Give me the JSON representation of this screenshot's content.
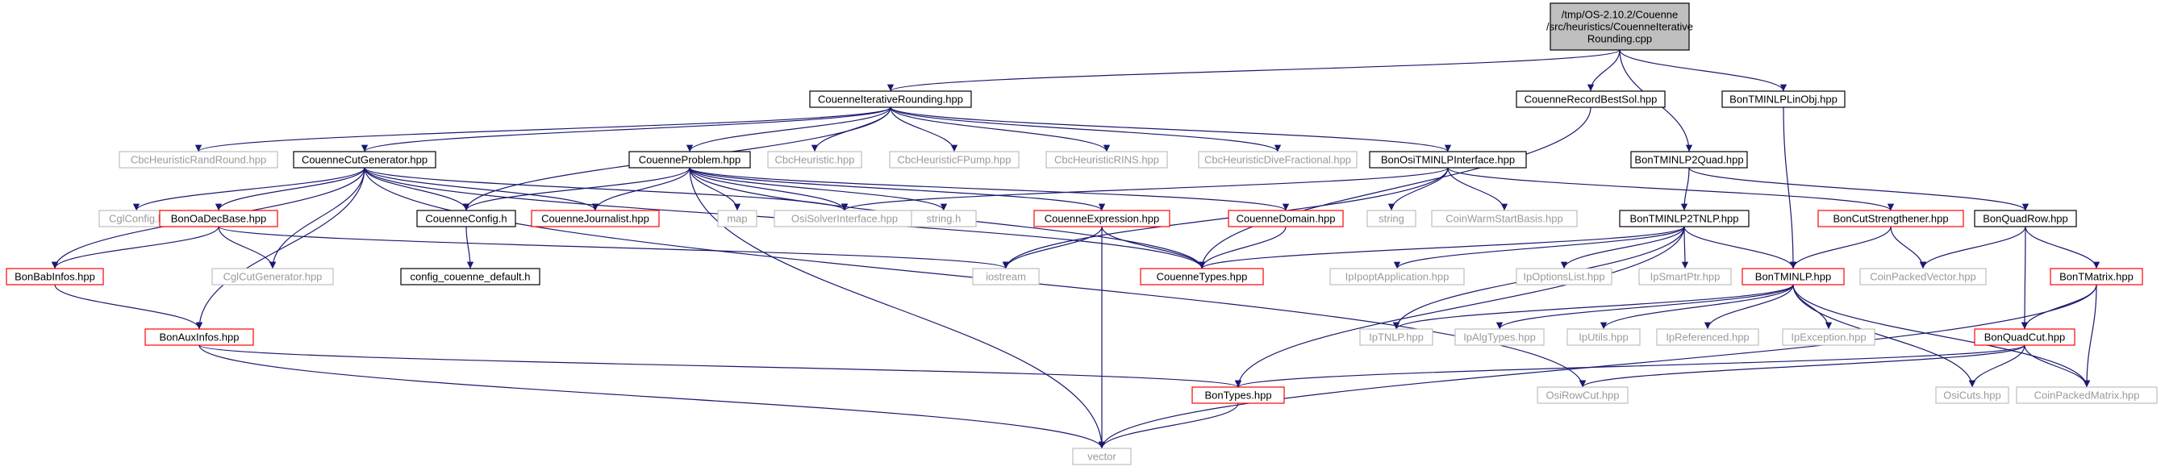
{
  "colors": {
    "edge": "#191970",
    "text": "#000000",
    "muted_text": "#9a9a9a",
    "root_fill": "#bfbfbf",
    "border_black": "#000000",
    "border_red": "#ff0000",
    "border_gray": "#bfbfbf"
  },
  "nodes": [
    {
      "id": "root",
      "label": "/tmp/OS-2.10.2/Couenne\n/src/heuristics/CouenneIterative\nRounding.cpp",
      "style": "root"
    },
    {
      "id": "CouenneIterativeRounding",
      "label": "CouenneIterativeRounding.hpp",
      "style": "black"
    },
    {
      "id": "CouenneRecordBestSol",
      "label": "CouenneRecordBestSol.hpp",
      "style": "black"
    },
    {
      "id": "BonTMINLPLinObj",
      "label": "BonTMINLPLinObj.hpp",
      "style": "black"
    },
    {
      "id": "CbcHeuristicRandRound",
      "label": "CbcHeuristicRandRound.hpp",
      "style": "gray"
    },
    {
      "id": "CouenneCutGenerator",
      "label": "CouenneCutGenerator.hpp",
      "style": "black"
    },
    {
      "id": "CouenneProblem",
      "label": "CouenneProblem.hpp",
      "style": "black"
    },
    {
      "id": "CbcHeuristic",
      "label": "CbcHeuristic.hpp",
      "style": "gray"
    },
    {
      "id": "CbcHeuristicFPump",
      "label": "CbcHeuristicFPump.hpp",
      "style": "gray"
    },
    {
      "id": "CbcHeuristicRINS",
      "label": "CbcHeuristicRINS.hpp",
      "style": "gray"
    },
    {
      "id": "CbcHeuristicDiveFractional",
      "label": "CbcHeuristicDiveFractional.hpp",
      "style": "gray"
    },
    {
      "id": "BonOsiTMINLPInterface",
      "label": "BonOsiTMINLPInterface.hpp",
      "style": "black"
    },
    {
      "id": "BonTMINLP2Quad",
      "label": "BonTMINLP2Quad.hpp",
      "style": "black"
    },
    {
      "id": "CglConfig",
      "label": "CglConfig.h",
      "style": "gray"
    },
    {
      "id": "BonOaDecBase",
      "label": "BonOaDecBase.hpp",
      "style": "red"
    },
    {
      "id": "CouenneConfig",
      "label": "CouenneConfig.h",
      "style": "black"
    },
    {
      "id": "CouenneJournalist",
      "label": "CouenneJournalist.hpp",
      "style": "red"
    },
    {
      "id": "map",
      "label": "map",
      "style": "gray"
    },
    {
      "id": "OsiSolverInterface",
      "label": "OsiSolverInterface.hpp",
      "style": "gray"
    },
    {
      "id": "stringh",
      "label": "string.h",
      "style": "gray"
    },
    {
      "id": "CouenneExpression",
      "label": "CouenneExpression.hpp",
      "style": "red"
    },
    {
      "id": "CouenneDomain",
      "label": "CouenneDomain.hpp",
      "style": "red"
    },
    {
      "id": "string",
      "label": "string",
      "style": "gray"
    },
    {
      "id": "CoinWarmStartBasis",
      "label": "CoinWarmStartBasis.hpp",
      "style": "gray"
    },
    {
      "id": "BonTMINLP2TNLP",
      "label": "BonTMINLP2TNLP.hpp",
      "style": "black"
    },
    {
      "id": "BonCutStrengthener",
      "label": "BonCutStrengthener.hpp",
      "style": "red"
    },
    {
      "id": "BonQuadRow",
      "label": "BonQuadRow.hpp",
      "style": "black"
    },
    {
      "id": "BonBabInfos",
      "label": "BonBabInfos.hpp",
      "style": "red"
    },
    {
      "id": "CglCutGenerator",
      "label": "CglCutGenerator.hpp",
      "style": "gray"
    },
    {
      "id": "config_couenne_default",
      "label": "config_couenne_default.h",
      "style": "black"
    },
    {
      "id": "iostream",
      "label": "iostream",
      "style": "gray"
    },
    {
      "id": "CouenneTypes",
      "label": "CouenneTypes.hpp",
      "style": "red"
    },
    {
      "id": "IpIpoptApplication",
      "label": "IpIpoptApplication.hpp",
      "style": "gray"
    },
    {
      "id": "IpOptionsList",
      "label": "IpOptionsList.hpp",
      "style": "gray"
    },
    {
      "id": "IpSmartPtr",
      "label": "IpSmartPtr.hpp",
      "style": "gray"
    },
    {
      "id": "BonTMINLP",
      "label": "BonTMINLP.hpp",
      "style": "red"
    },
    {
      "id": "CoinPackedVector",
      "label": "CoinPackedVector.hpp",
      "style": "gray"
    },
    {
      "id": "BonTMatrix",
      "label": "BonTMatrix.hpp",
      "style": "red"
    },
    {
      "id": "BonAuxInfos",
      "label": "BonAuxInfos.hpp",
      "style": "red"
    },
    {
      "id": "IpTNLP",
      "label": "IpTNLP.hpp",
      "style": "gray"
    },
    {
      "id": "IpAlgTypes",
      "label": "IpAlgTypes.hpp",
      "style": "gray"
    },
    {
      "id": "IpUtils",
      "label": "IpUtils.hpp",
      "style": "gray"
    },
    {
      "id": "IpReferenced",
      "label": "IpReferenced.hpp",
      "style": "gray"
    },
    {
      "id": "IpException",
      "label": "IpException.hpp",
      "style": "gray"
    },
    {
      "id": "BonQuadCut",
      "label": "BonQuadCut.hpp",
      "style": "red"
    },
    {
      "id": "BonTypes",
      "label": "BonTypes.hpp",
      "style": "red"
    },
    {
      "id": "OsiRowCut",
      "label": "OsiRowCut.hpp",
      "style": "gray"
    },
    {
      "id": "OsiCuts",
      "label": "OsiCuts.hpp",
      "style": "gray"
    },
    {
      "id": "CoinPackedMatrix",
      "label": "CoinPackedMatrix.hpp",
      "style": "gray"
    },
    {
      "id": "vector",
      "label": "vector",
      "style": "gray"
    }
  ],
  "edges": [
    [
      "root",
      "CouenneIterativeRounding"
    ],
    [
      "root",
      "CouenneRecordBestSol"
    ],
    [
      "root",
      "BonTMINLP2Quad"
    ],
    [
      "root",
      "BonTMINLPLinObj"
    ],
    [
      "CouenneIterativeRounding",
      "CbcHeuristicRandRound"
    ],
    [
      "CouenneIterativeRounding",
      "CouenneCutGenerator"
    ],
    [
      "CouenneIterativeRounding",
      "CouenneConfig"
    ],
    [
      "CouenneIterativeRounding",
      "CouenneProblem"
    ],
    [
      "CouenneIterativeRounding",
      "CbcHeuristic"
    ],
    [
      "CouenneIterativeRounding",
      "CbcHeuristicFPump"
    ],
    [
      "CouenneIterativeRounding",
      "CbcHeuristicRINS"
    ],
    [
      "CouenneIterativeRounding",
      "CbcHeuristicDiveFractional"
    ],
    [
      "CouenneIterativeRounding",
      "BonOsiTMINLPInterface"
    ],
    [
      "CouenneRecordBestSol",
      "CouenneTypes"
    ],
    [
      "BonTMINLPLinObj",
      "BonTMINLP"
    ],
    [
      "CouenneCutGenerator",
      "CglConfig"
    ],
    [
      "CouenneCutGenerator",
      "BonOaDecBase"
    ],
    [
      "CouenneCutGenerator",
      "CouenneConfig"
    ],
    [
      "CouenneCutGenerator",
      "CouenneJournalist"
    ],
    [
      "CouenneCutGenerator",
      "OsiSolverInterface"
    ],
    [
      "CouenneCutGenerator",
      "CglCutGenerator"
    ],
    [
      "CouenneCutGenerator",
      "CouenneTypes"
    ],
    [
      "CouenneCutGenerator",
      "BonBabInfos"
    ],
    [
      "CouenneCutGenerator",
      "BonAuxInfos"
    ],
    [
      "CouenneCutGenerator",
      "OsiRowCut"
    ],
    [
      "CouenneProblem",
      "CouenneConfig"
    ],
    [
      "CouenneProblem",
      "CouenneJournalist"
    ],
    [
      "CouenneProblem",
      "map"
    ],
    [
      "CouenneProblem",
      "OsiSolverInterface"
    ],
    [
      "CouenneProblem",
      "stringh"
    ],
    [
      "CouenneProblem",
      "CouenneExpression"
    ],
    [
      "CouenneProblem",
      "CouenneDomain"
    ],
    [
      "CouenneProblem",
      "CouenneTypes"
    ],
    [
      "CouenneProblem",
      "vector"
    ],
    [
      "BonOsiTMINLPInterface",
      "OsiSolverInterface"
    ],
    [
      "BonOsiTMINLPInterface",
      "string"
    ],
    [
      "BonOsiTMINLPInterface",
      "CoinWarmStartBasis"
    ],
    [
      "BonOsiTMINLPInterface",
      "BonCutStrengthener"
    ],
    [
      "BonOsiTMINLPInterface",
      "iostream"
    ],
    [
      "BonTMINLP2Quad",
      "BonTMINLP2TNLP"
    ],
    [
      "BonTMINLP2Quad",
      "BonQuadRow"
    ],
    [
      "BonOaDecBase",
      "CglCutGenerator"
    ],
    [
      "BonOaDecBase",
      "BonBabInfos"
    ],
    [
      "BonOaDecBase",
      "iostream"
    ],
    [
      "CouenneConfig",
      "config_couenne_default"
    ],
    [
      "CouenneExpression",
      "iostream"
    ],
    [
      "CouenneExpression",
      "CouenneTypes"
    ],
    [
      "CouenneExpression",
      "vector"
    ],
    [
      "CouenneDomain",
      "CouenneTypes"
    ],
    [
      "BonTMINLP2TNLP",
      "CouenneTypes"
    ],
    [
      "BonTMINLP2TNLP",
      "IpIpoptApplication"
    ],
    [
      "BonTMINLP2TNLP",
      "IpOptionsList"
    ],
    [
      "BonTMINLP2TNLP",
      "IpSmartPtr"
    ],
    [
      "BonTMINLP2TNLP",
      "BonTMINLP"
    ],
    [
      "BonTMINLP2TNLP",
      "IpTNLP"
    ],
    [
      "BonTMINLP2TNLP",
      "BonTypes"
    ],
    [
      "BonCutStrengthener",
      "BonTMINLP"
    ],
    [
      "BonCutStrengthener",
      "CoinPackedVector"
    ],
    [
      "BonQuadRow",
      "CoinPackedVector"
    ],
    [
      "BonQuadRow",
      "BonTMatrix"
    ],
    [
      "BonQuadRow",
      "BonQuadCut"
    ],
    [
      "BonBabInfos",
      "BonAuxInfos"
    ],
    [
      "BonTMINLP",
      "IpTNLP"
    ],
    [
      "BonTMINLP",
      "IpAlgTypes"
    ],
    [
      "BonTMINLP",
      "IpUtils"
    ],
    [
      "BonTMINLP",
      "IpReferenced"
    ],
    [
      "BonTMINLP",
      "IpException"
    ],
    [
      "BonTMINLP",
      "OsiCuts"
    ],
    [
      "BonTMINLP",
      "CoinPackedMatrix"
    ],
    [
      "BonTMatrix",
      "BonQuadCut"
    ],
    [
      "BonTMatrix",
      "CoinPackedMatrix"
    ],
    [
      "BonTMatrix",
      "vector"
    ],
    [
      "BonAuxInfos",
      "BonTypes"
    ],
    [
      "BonAuxInfos",
      "vector"
    ],
    [
      "BonQuadCut",
      "BonTypes"
    ],
    [
      "BonQuadCut",
      "OsiRowCut"
    ],
    [
      "BonQuadCut",
      "OsiCuts"
    ],
    [
      "BonQuadCut",
      "CoinPackedMatrix"
    ],
    [
      "BonTypes",
      "vector"
    ]
  ]
}
